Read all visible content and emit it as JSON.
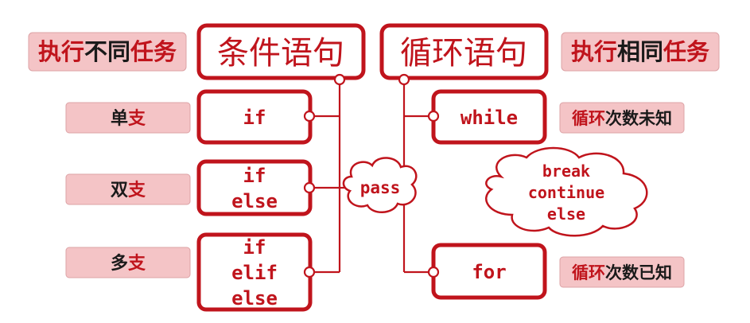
{
  "left_header": {
    "label_parts": [
      {
        "text": "执行",
        "color": "red"
      },
      {
        "text": "不同",
        "color": "dark"
      },
      {
        "text": "任务",
        "color": "red"
      }
    ]
  },
  "right_header": {
    "label_parts": [
      {
        "text": "执行",
        "color": "red"
      },
      {
        "text": "相同",
        "color": "dark"
      },
      {
        "text": "任务",
        "color": "red"
      }
    ]
  },
  "conditional_title": "条件语句",
  "loop_title": "循环语句",
  "branch_labels": [
    {
      "parts": [
        {
          "text": "单",
          "color": "dark"
        },
        {
          "text": "支",
          "color": "red"
        }
      ]
    },
    {
      "parts": [
        {
          "text": "双",
          "color": "dark"
        },
        {
          "text": "支",
          "color": "red"
        }
      ]
    },
    {
      "parts": [
        {
          "text": "多",
          "color": "dark"
        },
        {
          "text": "支",
          "color": "red"
        }
      ]
    }
  ],
  "conditional_boxes": [
    {
      "lines": [
        "if"
      ]
    },
    {
      "lines": [
        "if",
        "else"
      ]
    },
    {
      "lines": [
        "if",
        "elif",
        "else"
      ]
    }
  ],
  "loop_boxes": [
    {
      "lines": [
        "while"
      ]
    },
    {
      "lines": [
        "for"
      ]
    }
  ],
  "loop_notes": [
    {
      "parts": [
        {
          "text": "循环",
          "color": "red"
        },
        {
          "text": "次数",
          "color": "dark"
        },
        {
          "text": "未知",
          "color": "dark"
        }
      ]
    },
    {
      "parts": [
        {
          "text": "循环",
          "color": "red"
        },
        {
          "text": "次数",
          "color": "dark"
        },
        {
          "text": "已知",
          "color": "dark"
        }
      ]
    }
  ],
  "pass_cloud": {
    "text": "pass"
  },
  "control_cloud": {
    "lines": [
      "break",
      "continue",
      "else"
    ]
  },
  "colors": {
    "accent_red": "#c0141c",
    "pink_fill": "#f4c4c6",
    "dark_text": "#1a1a1a"
  }
}
